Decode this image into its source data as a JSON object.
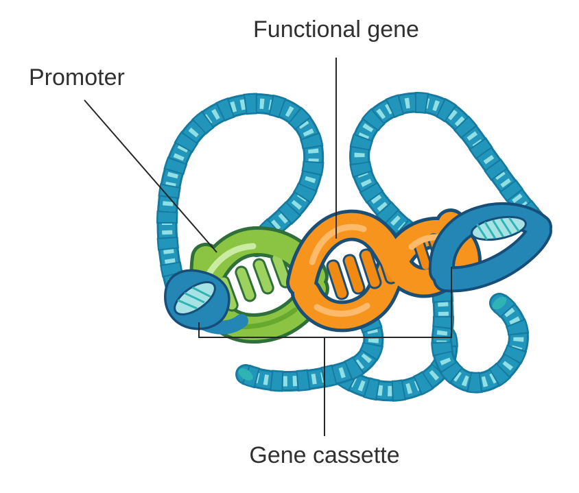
{
  "labels": {
    "functional_gene": "Functional gene",
    "promoter": "Promoter",
    "gene_cassette": "Gene cassette"
  },
  "annotations": {
    "functional_gene": {
      "text": "Functional gene",
      "target": "functional-gene-segment"
    },
    "promoter": {
      "text": "Promoter",
      "target": "promoter-segment"
    },
    "gene_cassette": {
      "text": "Gene cassette",
      "target": "gene-cassette-bracket"
    }
  },
  "colors": {
    "background": "#ffffff",
    "strand_blue": "#2196ba",
    "strand_outline": "#1579a0",
    "rung_cyan": "#8fdfe4",
    "ribbon_blue": "#2386b5",
    "ribbon_outline": "#164e79",
    "ribbon_inner": "#a7e3e4",
    "hatch_teal": "#2fb3b4",
    "cap_teal": "#2fb3b4",
    "promoter_green": "#8ac442",
    "promoter_outline": "#2f6f3a",
    "promoter_light": "#c9eba2",
    "promoter_shadow": "#67a92e",
    "rung_green": "#9ed25f",
    "gene_orange": "#f7941e",
    "orange_outline": "#1c4f76",
    "orange_light": "#fdba6b",
    "rung_orange": "#f08a12",
    "line_color": "#262626",
    "text_color": "#303030"
  }
}
